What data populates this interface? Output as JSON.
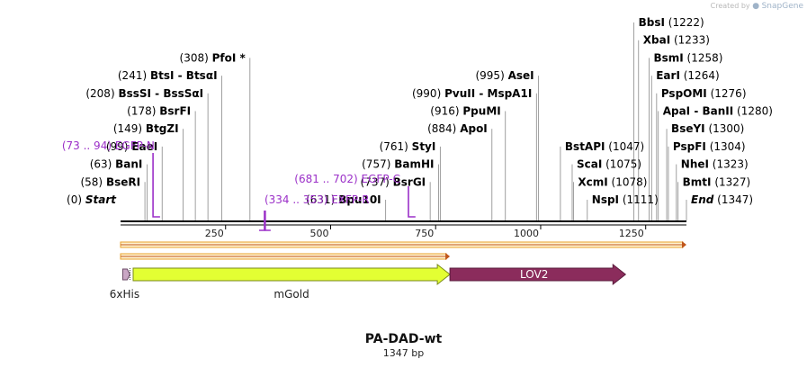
{
  "watermark": {
    "prefix": "Created by",
    "brand": "SnapGene"
  },
  "title": "PA-DAD-wt",
  "subtitle": "1347 bp",
  "colors": {
    "primer": "#9b30c8",
    "mgold": "#e3ff33",
    "lov2": "#8b2c5c",
    "his_tag": "#c9a6c4",
    "orf_fill": "#fff3d1",
    "orf_stroke": "#e8a02a"
  },
  "sequence": {
    "length": 1347,
    "ruler_ticks": [
      {
        "pos": 250,
        "label": "250"
      },
      {
        "pos": 500,
        "label": "500"
      },
      {
        "pos": 750,
        "label": "750"
      },
      {
        "pos": 1000,
        "label": "1000"
      },
      {
        "pos": 1250,
        "label": "1250"
      }
    ]
  },
  "sites_left": [
    {
      "num": "(0)",
      "name": "Start",
      "italic": true,
      "pos": 0
    },
    {
      "num": "(58)",
      "name": "BseRI",
      "pos": 58
    },
    {
      "num": "(63)",
      "name": "BanI",
      "pos": 63
    },
    {
      "num": "(99)",
      "name": "EaeI",
      "pos": 99
    },
    {
      "num": "(149)",
      "name": "BtgZI",
      "pos": 149
    },
    {
      "num": "(178)",
      "name": "BsrFI",
      "pos": 178
    },
    {
      "num": "(208)",
      "name": "BssSI  -  BssSαI",
      "pos": 208
    },
    {
      "num": "(241)",
      "name": "BtsI  -  BtsαI",
      "pos": 241
    },
    {
      "num": "(308)",
      "name": "PfoI *",
      "pos": 308
    }
  ],
  "sites_middle": [
    {
      "num": "(631)",
      "name": "Bpu10I",
      "pos": 631
    },
    {
      "num": "(737)",
      "name": "BsrGI",
      "pos": 737
    },
    {
      "num": "(757)",
      "name": "BamHI",
      "pos": 757
    },
    {
      "num": "(761)",
      "name": "StyI",
      "pos": 761
    },
    {
      "num": "(884)",
      "name": "ApoI",
      "pos": 884
    },
    {
      "num": "(916)",
      "name": "PpuMI",
      "pos": 916
    },
    {
      "num": "(990)",
      "name": "PvuII  -  MspA1I",
      "pos": 990
    },
    {
      "num": "(995)",
      "name": "AseI",
      "pos": 995
    }
  ],
  "sites_right": [
    {
      "name": "NspI",
      "num": "(1111)",
      "pos": 1111
    },
    {
      "name": "XcmI",
      "num": "(1078)",
      "pos": 1078
    },
    {
      "name": "ScaI",
      "num": "(1075)",
      "pos": 1075
    },
    {
      "name": "BstAPI",
      "num": "(1047)",
      "pos": 1047
    },
    {
      "name": "End",
      "num": "(1347)",
      "italic": true,
      "pos": 1347
    },
    {
      "name": "BmtI",
      "num": "(1327)",
      "pos": 1327
    },
    {
      "name": "NheI",
      "num": "(1323)",
      "pos": 1323
    },
    {
      "name": "PspFI",
      "num": "(1304)",
      "pos": 1304
    },
    {
      "name": "BseYI",
      "num": "(1300)",
      "pos": 1300
    },
    {
      "name": "ApaI  -  BanII",
      "num": "(1280)",
      "pos": 1280
    },
    {
      "name": "PspOMI",
      "num": "(1276)",
      "pos": 1276
    },
    {
      "name": "EarI",
      "num": "(1264)",
      "pos": 1264
    },
    {
      "name": "BsmI",
      "num": "(1258)",
      "pos": 1258
    },
    {
      "name": "XbaI",
      "num": "(1233)",
      "pos": 1233
    },
    {
      "name": "BbsI",
      "num": "(1222)",
      "pos": 1222
    }
  ],
  "primers": [
    {
      "range": "(73 .. 94)",
      "name": "EGFP-N",
      "start": 73,
      "end": 94,
      "strand": "forward"
    },
    {
      "range": "(334 .. 353)",
      "name": "EXFP-R",
      "start": 334,
      "end": 353,
      "strand": "reverse"
    },
    {
      "range": "(681 .. 702)",
      "name": "EGFP-C",
      "start": 681,
      "end": 702,
      "strand": "forward"
    }
  ],
  "orfs": [
    {
      "start": 0,
      "end": 1347
    },
    {
      "start": 0,
      "end": 784
    }
  ],
  "features": [
    {
      "name": "6xHis",
      "start": 1,
      "end": 18,
      "label_position": "below"
    },
    {
      "name": "mGold",
      "start": 30,
      "end": 784,
      "label_position": "below"
    },
    {
      "name": "LOV2",
      "start": 784,
      "end": 1202,
      "label_position": "inside"
    }
  ]
}
